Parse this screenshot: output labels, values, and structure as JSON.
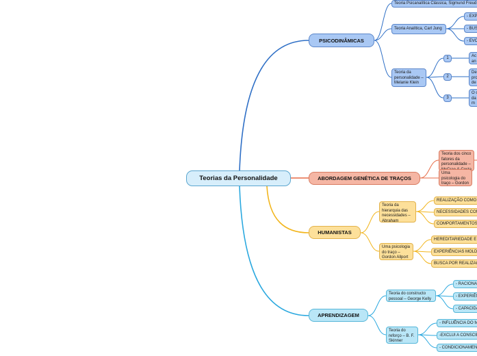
{
  "central": "Teorias da Personalidade",
  "psicodinamicas": {
    "label": "PSICODINÂMICAS",
    "classica": "Teoria Psicanalítica Clássica, Sigmund Freud",
    "analitica": "Teoria Analítica, Carl Jung",
    "jung_items": [
      "- EXPERIÊNCIA",
      "- BUSCA",
      "- EVOLUÇÃO"
    ],
    "klein": "Teoria da personalidade – Melanie Klein",
    "klein_numbers": [
      "1",
      "2",
      "3"
    ],
    "klein_items": [
      "Ac\nan",
      "De\npro\nde",
      "O c\nda\nm"
    ]
  },
  "genetica": {
    "label": "ABORDAGEM GENÉTICA DE TRAÇOS",
    "cinco": "Teoria dos cinco fatores da personalidade – McCrae & Costa",
    "allport": "Uma psicologia do traço – Gordon Allport"
  },
  "humanistas": {
    "label": "HUMANISTAS",
    "maslow": "Teoria da hierarquia das necessidades – Abraham Maslow",
    "maslow_items": [
      "REALIZAÇÃO COMO PESSOA",
      "NECESSIDADES COMUNS",
      "COMPORTAMENTOS AUTORREALIZADORES"
    ],
    "allport": "Uma psicologia do traço – Gordon Allport",
    "allport_items": [
      "HEREDITARIEDADE E AMBIENTE",
      "EXPERIÊNCIAS MOLDAM",
      "BUSCA POR REALIZAÇÃO"
    ]
  },
  "aprendizagem": {
    "label": "APRENDIZAGEM",
    "kelly": "Teoria do constructo pessoal – George Kelly",
    "kelly_items": [
      "- RACIONALIDADE",
      "- EXPERIÊNCIA",
      "- CAPACIDADE"
    ],
    "skinner": "Teoria do reforço – B. F. Skinner",
    "skinner_items": [
      "- INFLUÊNCIA DO MEIO",
      "-EXCLUI A CONSCIÊNCIA",
      "- CONDICIONAMENTO"
    ]
  },
  "colors": {
    "psicodinamicas": "#2e6fc6",
    "genetica": "#e66a45",
    "humanistas": "#f2b51c",
    "aprendizagem": "#2aa8df"
  }
}
